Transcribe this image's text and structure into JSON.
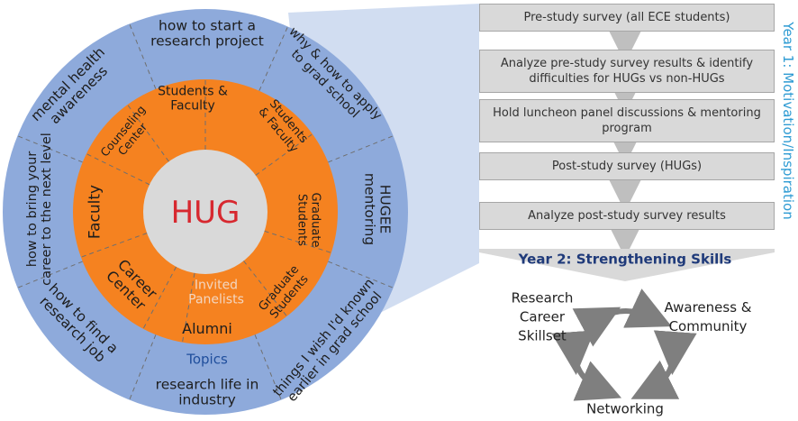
{
  "center": {
    "label": "HUG"
  },
  "inner_ring": {
    "segments": [
      "Students & Faculty",
      "Students & Faculty",
      "Graduate Students",
      "Graduate Students",
      "Invited Panelists",
      "Alumni",
      "Career Center",
      "Faculty",
      "Counseling Center"
    ]
  },
  "outer_ring": {
    "topics_label": "Topics",
    "segments": [
      "how to start a research project",
      "why & how to apply to grad school",
      "HUGEE mentoring",
      "things I wish I'd known earlier in grad school",
      "research life in industry",
      "how to find a research job",
      "how to bring your career to the next level",
      "mental health awareness"
    ]
  },
  "flow": {
    "year1_label": "Year 1: Motivation/Inspiration",
    "steps": [
      "Pre-study survey (all ECE students)",
      "Analyze pre-study survey results & identify difficulties for HUGs vs non-HUGs",
      "Hold luncheon panel discussions & mentoring program",
      "Post-study survey (HUGs)",
      "Analyze post-study survey results"
    ],
    "year2_label": "Year 2: Strengthening Skills",
    "cycle": [
      "Research Career Skillset",
      "Awareness & Community",
      "Networking"
    ]
  },
  "colors": {
    "outer_ring": "#8eaadb",
    "inner_ring": "#f58220",
    "center": "#d9d9d9",
    "hug_text": "#d7282f",
    "topics_text": "#1f4e9c",
    "year1_text": "#2e9bd3",
    "year2_text": "#1f3a7a",
    "step_fill": "#d9d9d9",
    "connector": "#c9d7ee",
    "cycle_arrow": "#7f7f7f"
  }
}
